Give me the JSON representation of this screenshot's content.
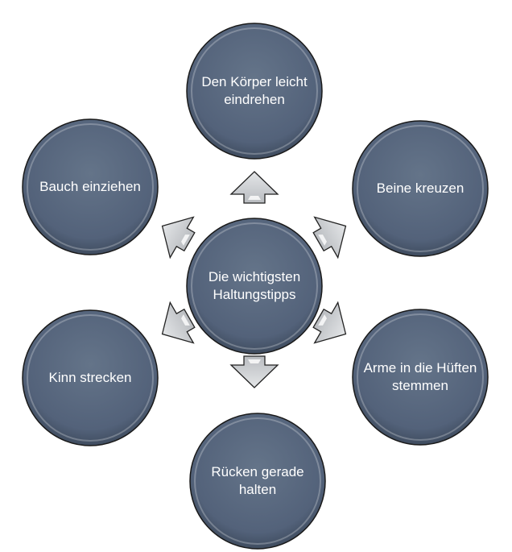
{
  "diagram": {
    "center": "Die wichtigsten Haltungstipps",
    "nodes": [
      "Den Körper leicht eindrehen",
      "Beine kreuzen",
      "Arme in die Hüften stemmen",
      "Rücken gerade halten",
      "Kinn strecken",
      "Bauch einziehen"
    ],
    "colors": {
      "circle": "#56657a",
      "arrow": "#c9ccd0"
    }
  }
}
